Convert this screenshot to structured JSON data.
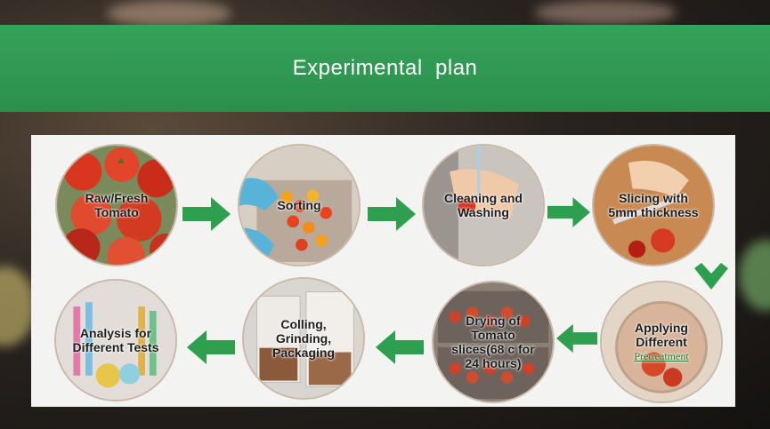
{
  "slide": {
    "title": "Experimental  plan"
  },
  "steps": [
    {
      "label": "Raw/Fresh Tomato"
    },
    {
      "label": "Sorting"
    },
    {
      "label": "Cleaning and Washing"
    },
    {
      "label": "Slicing with 5mm thickness"
    },
    {
      "label": "Applying Different",
      "link": "Pretreatment"
    },
    {
      "label": "Drying of Tomato slices(68 c for 24 hours)"
    },
    {
      "label": "Colling, Grinding, Packaging"
    },
    {
      "label": "Analysis for Different Tests"
    }
  ],
  "colors": {
    "banner": "#2f9a52",
    "arrow": "#2e9e4f",
    "panel": "#f3f3f1"
  },
  "icons": [
    "arrow-right-icon",
    "arrow-down-icon",
    "arrow-left-icon"
  ]
}
